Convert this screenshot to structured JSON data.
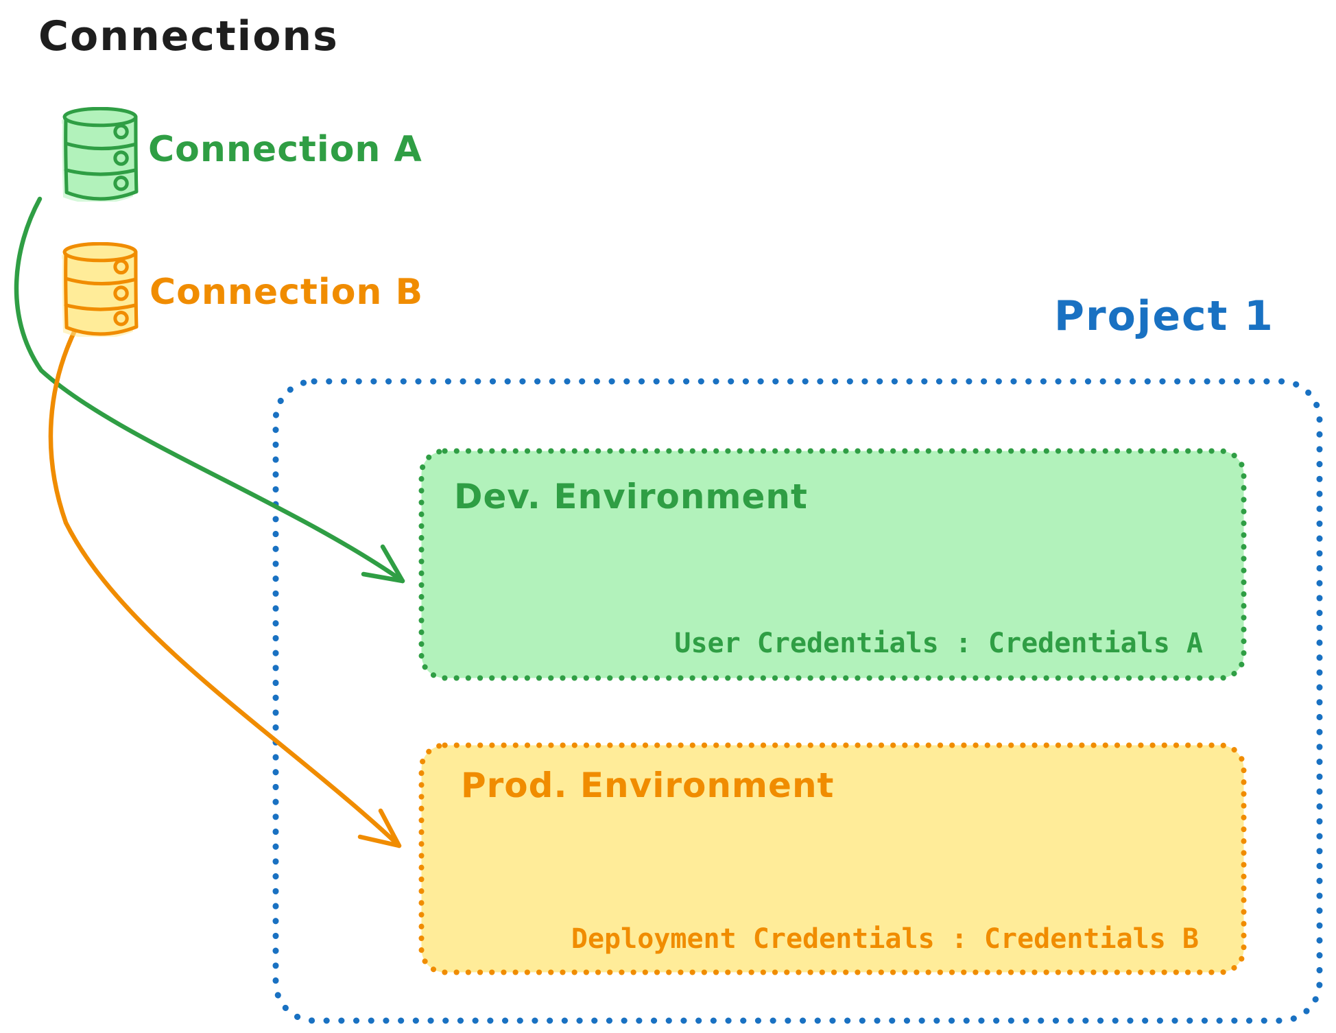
{
  "diagram": {
    "title": "Connections",
    "style": "hand-drawn-whiteboard",
    "colors": {
      "text_black": "#1e1e1e",
      "green_stroke": "#2f9e44",
      "green_fill": "#b2f2bb",
      "orange_stroke": "#f08c00",
      "orange_fill": "#ffec99",
      "blue_stroke": "#1971c2",
      "background": "#ffffff"
    },
    "connections": [
      {
        "label": "Connection A",
        "icon": "database-cylinder-icon",
        "color": "#2f9e44",
        "fill": "#b2f2bb"
      },
      {
        "label": "Connection B",
        "icon": "database-cylinder-icon",
        "color": "#f08c00",
        "fill": "#ffec99"
      }
    ],
    "project": {
      "title": "Project 1",
      "border_style": "dotted",
      "color": "#1971c2",
      "environments": [
        {
          "name": "Dev. Environment",
          "credentials_line": "User Credentials : Credentials A",
          "stroke": "#2f9e44",
          "fill": "#b2f2bb",
          "border_style": "dotted"
        },
        {
          "name": "Prod. Environment",
          "credentials_line": "Deployment Credentials : Credentials B",
          "stroke": "#f08c00",
          "fill": "#ffec99",
          "border_style": "dotted"
        }
      ]
    },
    "arrows": [
      {
        "name": "connection-a-to-dev-environment",
        "color": "#2f9e44"
      },
      {
        "name": "connection-b-to-prod-environment",
        "color": "#f08c00"
      }
    ]
  }
}
